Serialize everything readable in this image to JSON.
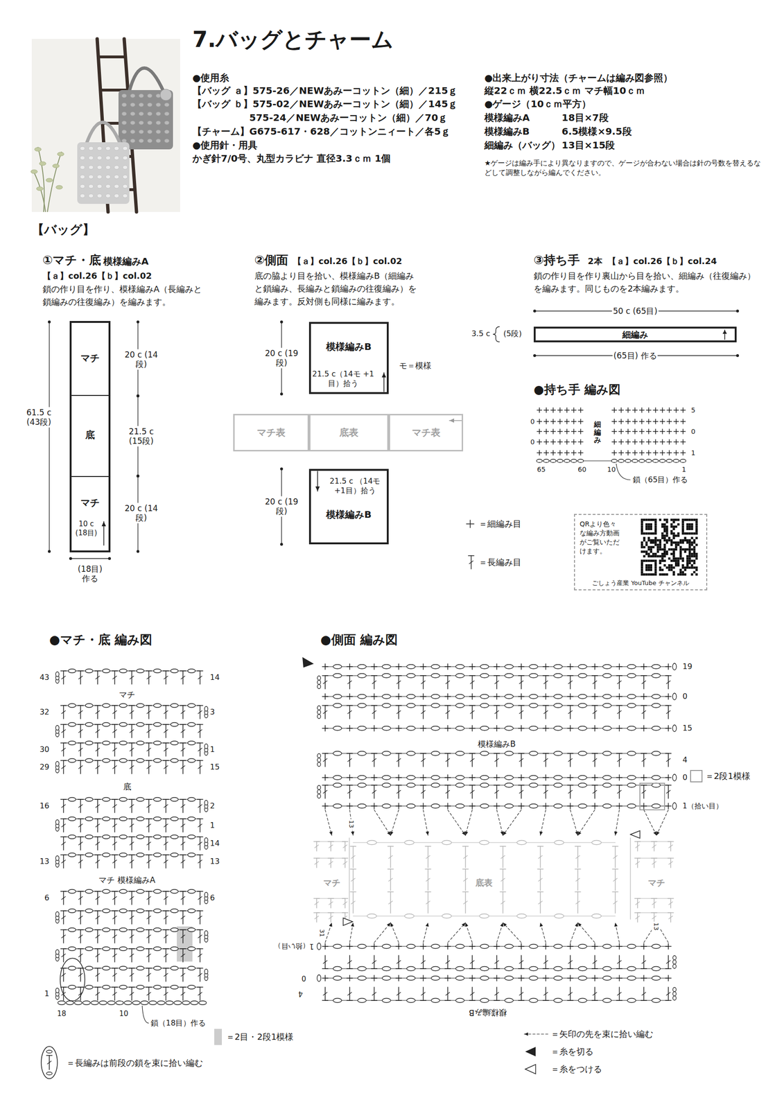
{
  "diagram": {
    "title": "7.バッグとチャーム",
    "nodes": [
      {
        "text": [
          "マチ"
        ]
      },
      {
        "text": [
          "底"
        ]
      },
      {
        "text": [
          "マチ",
          "10 c (18目)"
        ]
      },
      {
        "text": [
          "模様編みB",
          "21.5 c（14モ +1目）拾う"
        ]
      },
      {
        "text": [
          "マチ表"
        ]
      },
      {
        "text": [
          "底表"
        ]
      },
      {
        "text": [
          "マチ表"
        ]
      },
      {
        "text": [
          "21.5 c （14モ+1目）拾う",
          "模様編みB"
        ]
      },
      {
        "text": [
          "細編み"
        ]
      },
      {
        "text": [
          "QRより色々な編み方動画がご覧いただけます。",
          "ごしょう産業 YouTube チャンネル"
        ]
      }
    ],
    "labels": [
      "●使用糸",
      "【バッグ ａ】575-26／NEWあみーコットン（細）／215ｇ",
      "【バッグ ｂ】575-02／NEWあみーコットン（細）／145ｇ",
      "575-24／NEWあみーコットン（細）／70ｇ",
      "【チャーム】G675-617・628／コットンニィート／各5ｇ",
      "●使用針・用具",
      "かぎ針7/0号、丸型カラビナ 直径3.3ｃｍ 1個",
      "●出来上がり寸法（チャームは編み図参照）",
      "縦22ｃｍ 横22.5ｃｍ マチ幅10ｃｍ",
      "●ゲージ（10ｃｍ平方）",
      "模様編みA",
      "18目×7段",
      "模様編みB",
      "6.5模様×9.5段",
      "細編み（バッグ）",
      "13目×15段",
      "★ゲージは編み手により異なりますので、ゲージが合わない場合は針の号数を替えるなどして調整しながら編んでください。",
      "【バッグ】",
      "①マチ・底",
      "模様編みA",
      "【ａ】col.26【ｂ】col.02",
      "鎖の作り目を作り、模様編みA（長編みと鎖編みの往復編み）を編みます。",
      "②側面",
      "【ａ】col.26【ｂ】col.02",
      "底の脇より目を拾い、模様編みB（細編みと鎖編み、長編みと鎖編みの往復編み）を編みます。反対側も同様に編みます。",
      "③持ち手",
      "2本",
      "【ａ】col.26【ｂ】col.24",
      "鎖の作り目を作り裏山から目を拾い、細編み（往復編み）を編みます。同じものを2本編みます。",
      "61.5 c (43段)",
      "20 c (14段)",
      "21.5 c (15段)",
      "20 c (14段)",
      "(18目) 作る",
      "20 c (19段)",
      "20 c (19段)",
      "モ＝模様",
      "50 c (65目)",
      "3.5 c",
      "(5段)",
      "(65目) 作る",
      "●持ち手 編み図",
      "5",
      "0",
      "0",
      "0",
      "1",
      "細編み",
      "65",
      "60",
      "10",
      "1",
      "鎖（65目）作る",
      "●マチ・底 編み図",
      "●側面 編み図",
      "43",
      "14",
      "マチ",
      "32",
      "3",
      "30",
      "1",
      "29",
      "15",
      "底",
      "16",
      "2",
      "1",
      "14",
      "13",
      "13",
      "マチ 模様編みA",
      "6",
      "6",
      "1",
      "18",
      "10",
      "鎖（18目）作る",
      "19",
      "0",
      "15",
      "模様編みB",
      "4",
      "0",
      "1（拾い目）",
      "マチ",
      "底表",
      "マチ",
      "13",
      "31",
      "13",
      "1（拾い目）",
      "0",
      "4",
      "模様編みB"
    ],
    "legend": [
      {
        "text": "＝細編み目"
      },
      {
        "text": "＝長編み目"
      },
      {
        "text": "＝2段1模様"
      },
      {
        "text": "＝2目・2段1模様",
        "color": "#cccccc"
      },
      {
        "text": "＝長編みは前段の鎖を束に拾い編む"
      },
      {
        "text": "＝矢印の先を束に拾い編む"
      },
      {
        "text": "＝糸を切る"
      },
      {
        "text": "＝糸をつける"
      }
    ]
  }
}
